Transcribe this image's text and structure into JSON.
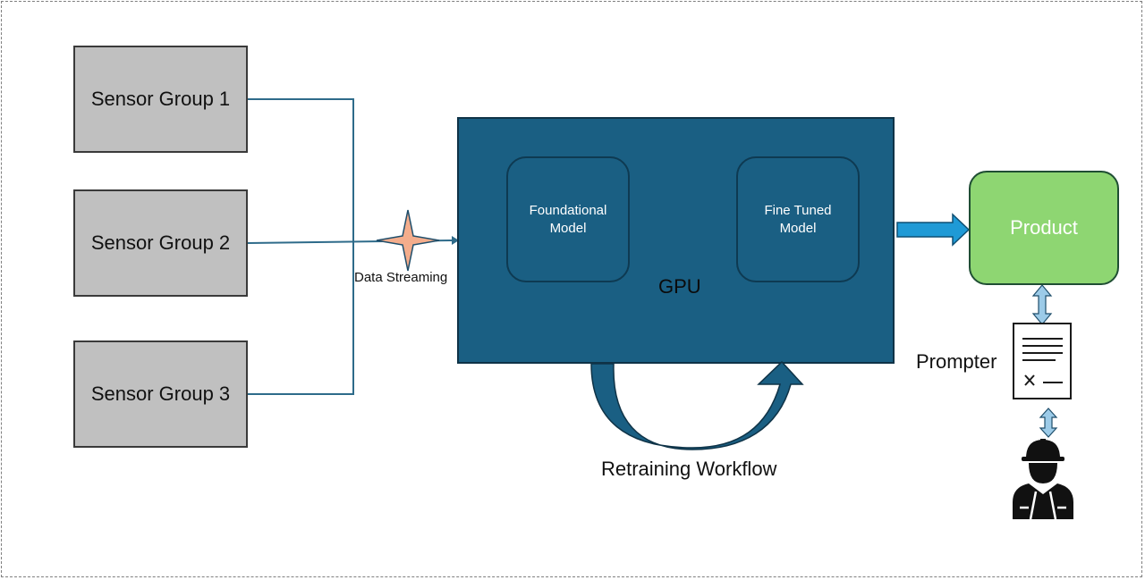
{
  "sensors": [
    {
      "label": "Sensor Group 1"
    },
    {
      "label": "Sensor Group 2"
    },
    {
      "label": "Sensor Group 3"
    }
  ],
  "data_streaming_label": "Data Streaming",
  "foundational_model": "Foundational\nModel",
  "fine_tuned_model": "Fine Tuned\nModel",
  "gpu_label": "GPU",
  "product_label": "Product",
  "prompter_label": "Prompter",
  "retraining_label": "Retraining Workflow",
  "colors": {
    "gpu_block": "#1a5f83",
    "product": "#8ed672",
    "sensor": "#c0c0c0",
    "green_arrow": "#2e7d1f",
    "blue_arrow": "#1f9ad6",
    "star": "#f4ad8c"
  }
}
